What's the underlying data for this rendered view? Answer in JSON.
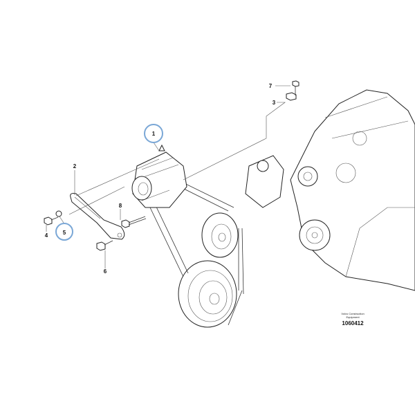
{
  "diagram": {
    "callouts": [
      {
        "id": "1",
        "label": "1",
        "highlighted": true
      },
      {
        "id": "2",
        "label": "2",
        "highlighted": false
      },
      {
        "id": "3",
        "label": "3",
        "highlighted": false
      },
      {
        "id": "4",
        "label": "4",
        "highlighted": false
      },
      {
        "id": "5",
        "label": "5",
        "highlighted": true
      },
      {
        "id": "6",
        "label": "6",
        "highlighted": false
      },
      {
        "id": "7",
        "label": "7",
        "highlighted": false
      },
      {
        "id": "8",
        "label": "8",
        "highlighted": false
      }
    ],
    "caption": {
      "line1": "Volvo Construction",
      "line2": "Equipment",
      "number": "1060412"
    },
    "highlight_color": "#7aa7d6"
  }
}
